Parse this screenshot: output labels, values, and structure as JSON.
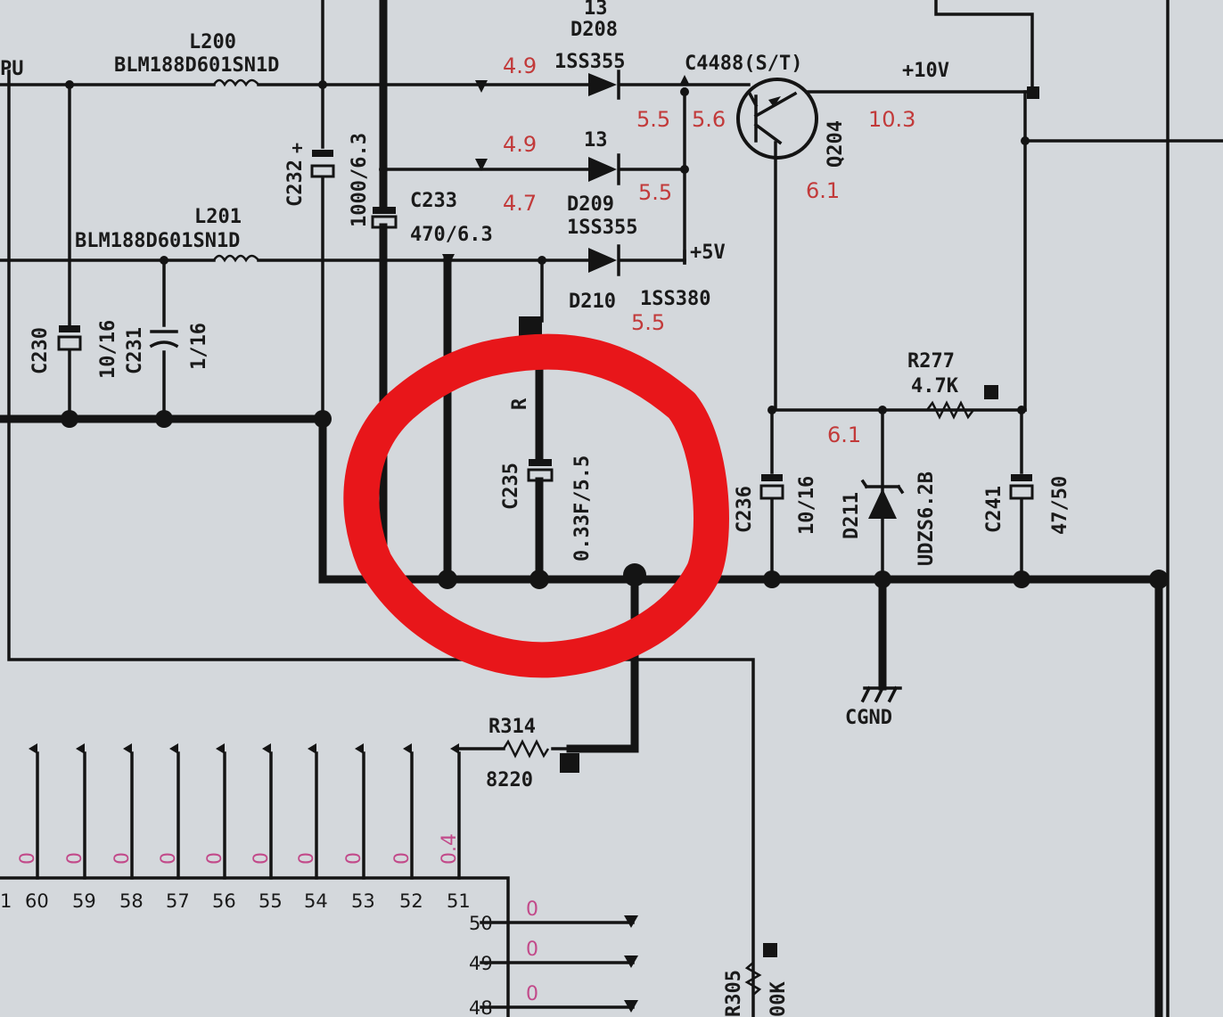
{
  "inductors": {
    "l200_ref": "L200",
    "l200_part": "BLM188D601SN1D",
    "l201_ref": "L201",
    "l201_part": "BLM188D601SN1D"
  },
  "capacitors": {
    "c232_ref": "C232",
    "c232_val": "1000/6.3",
    "c233_ref": "C233",
    "c233_val": "470/6.3",
    "c230_ref": "C230",
    "c230_val": "10/16",
    "c231_ref": "C231",
    "c231_val": "1/16",
    "c235_ref": "C235",
    "c235_val": "0.33F/5.5",
    "c236_ref": "C236",
    "c236_val": "10/16",
    "c241_ref": "C241",
    "c241_val": "47/50"
  },
  "diodes": {
    "d208_ref": "D208",
    "d208_part": "1SS355",
    "d209_ref": "D209",
    "d209_part": "1SS355",
    "d209_top": "13",
    "d210_ref": "D210",
    "d210_part": "1SS380",
    "d211_ref": "D211",
    "d211_part": "UDZS6.2B",
    "top_ref_fragment": "13"
  },
  "transistor": {
    "part": "C4488(S/T)",
    "ref": "Q204"
  },
  "resistors": {
    "r277_ref": "R277",
    "r277_val": "4.7K",
    "r314_ref": "R314",
    "r314_val": "8220",
    "r305_ref": "R305",
    "r305_val": "00K",
    "partial_ref": "R"
  },
  "rails": {
    "v10": "+10V",
    "v5": "+5V",
    "ground": "CGND",
    "left_fragment": "PU"
  },
  "voltages": {
    "v_d208_in": "4.9",
    "v_d209_in": "4.9",
    "v_c233": "4.7",
    "v_q_base_a": "5.5",
    "v_q_base_b": "5.6",
    "v_q_emit": "10.3",
    "v_q_coll": "6.1",
    "v_d209_out": "5.5",
    "v_d210_out": "5.5",
    "v_zener": "6.1"
  },
  "ic": {
    "top_pins": [
      "60",
      "59",
      "58",
      "57",
      "56",
      "55",
      "54",
      "53",
      "52",
      "51"
    ],
    "top_pin_left_fragment": "1",
    "top_pin_voltages": [
      "0",
      "0",
      "0",
      "0",
      "0",
      "0",
      "0",
      "0",
      "0",
      "0.4"
    ],
    "side_pins": [
      "50",
      "49",
      "48"
    ],
    "side_pin_voltages": [
      "0",
      "0",
      "0"
    ]
  }
}
